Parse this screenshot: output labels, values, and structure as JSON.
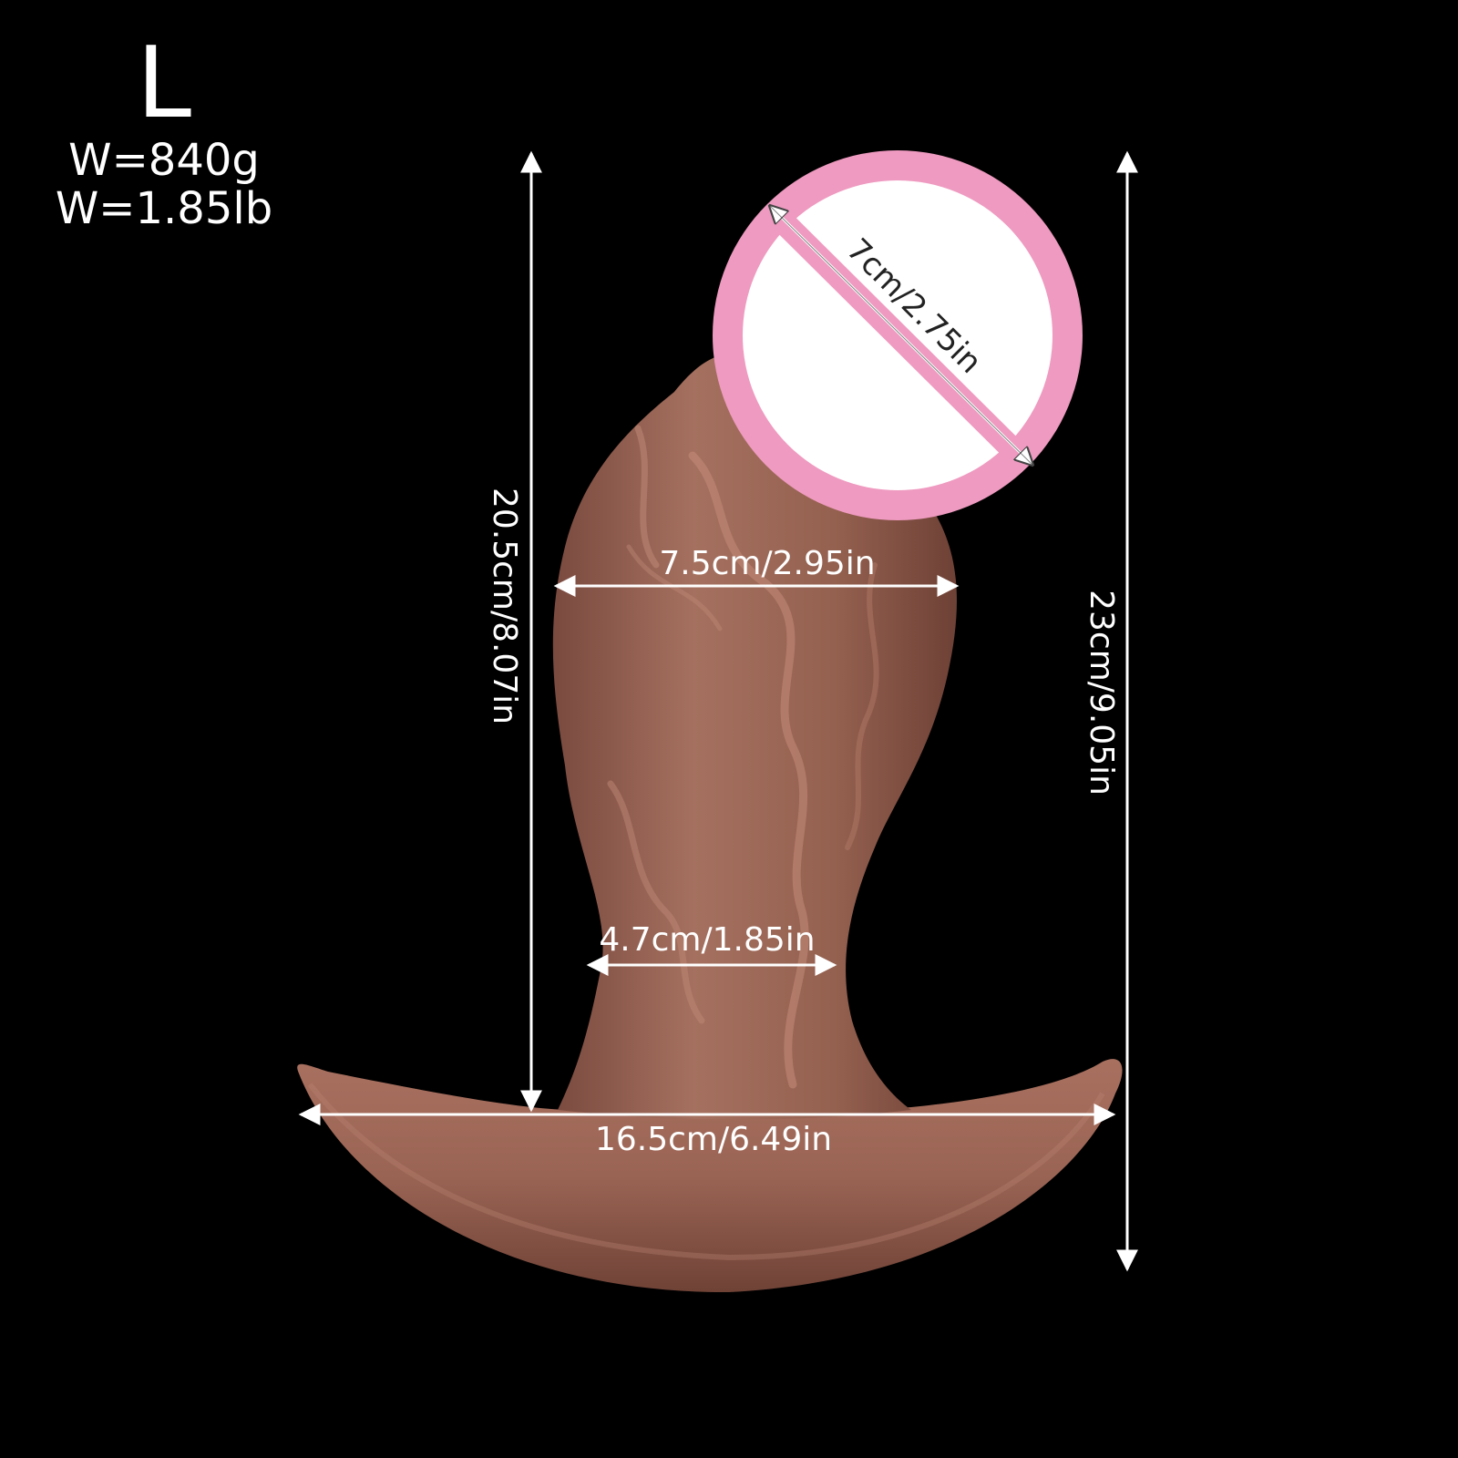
{
  "size": "L",
  "weight": {
    "grams": "W=840g",
    "pounds": "W=1.85lb"
  },
  "dimensions": {
    "head_diameter": "7cm/2.75in",
    "top_width": "7.5cm/2.95in",
    "neck_width": "4.7cm/1.85in",
    "base_width": "16.5cm/6.49in",
    "insertable_length": "20.5cm/8.07in",
    "total_length": "23cm/9.05in"
  },
  "colors": {
    "background": "#000000",
    "product": "#9b6456",
    "badge_ring": "#ef9ac0",
    "badge_fill": "#ffffff",
    "text": "#ffffff"
  }
}
